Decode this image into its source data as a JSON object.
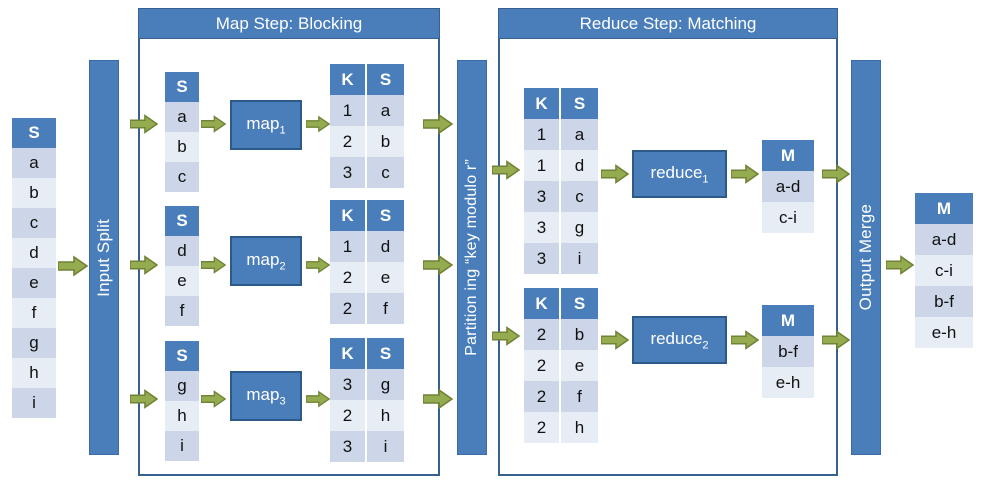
{
  "diagram": {
    "title": "MapReduce blocking and matching dataflow",
    "colors": {
      "header_blue": "#4a7ebb",
      "frame_border": "#36618e",
      "row_odd": "#ccd6e8",
      "row_even": "#e7edf5",
      "arrow_fill": "#94ab4f",
      "arrow_border": "#6f8235"
    }
  },
  "frames": {
    "map_step": {
      "title": "Map Step: Blocking"
    },
    "reduce_step": {
      "title": "Reduce Step: Matching"
    }
  },
  "bars": {
    "input_split": {
      "label": "Input Split"
    },
    "partitioning": {
      "label": "Partition ing “key modulo r”"
    },
    "output_merge": {
      "label": "Output Merge"
    }
  },
  "input_table": {
    "header": [
      "S"
    ],
    "rows": [
      [
        "a"
      ],
      [
        "b"
      ],
      [
        "c"
      ],
      [
        "d"
      ],
      [
        "e"
      ],
      [
        "f"
      ],
      [
        "g"
      ],
      [
        "h"
      ],
      [
        "i"
      ]
    ]
  },
  "map_blocks": [
    {
      "input": {
        "header": [
          "S"
        ],
        "rows": [
          [
            "a"
          ],
          [
            "b"
          ],
          [
            "c"
          ]
        ]
      },
      "process": {
        "name": "map",
        "subscript": "1"
      },
      "output": {
        "header": [
          "K",
          "S"
        ],
        "rows": [
          [
            "1",
            "a"
          ],
          [
            "2",
            "b"
          ],
          [
            "3",
            "c"
          ]
        ]
      }
    },
    {
      "input": {
        "header": [
          "S"
        ],
        "rows": [
          [
            "d"
          ],
          [
            "e"
          ],
          [
            "f"
          ]
        ]
      },
      "process": {
        "name": "map",
        "subscript": "2"
      },
      "output": {
        "header": [
          "K",
          "S"
        ],
        "rows": [
          [
            "1",
            "d"
          ],
          [
            "2",
            "e"
          ],
          [
            "2",
            "f"
          ]
        ]
      }
    },
    {
      "input": {
        "header": [
          "S"
        ],
        "rows": [
          [
            "g"
          ],
          [
            "h"
          ],
          [
            "i"
          ]
        ]
      },
      "process": {
        "name": "map",
        "subscript": "3"
      },
      "output": {
        "header": [
          "K",
          "S"
        ],
        "rows": [
          [
            "3",
            "g"
          ],
          [
            "2",
            "h"
          ],
          [
            "3",
            "i"
          ]
        ]
      }
    }
  ],
  "reduce_blocks": [
    {
      "input": {
        "header": [
          "K",
          "S"
        ],
        "rows": [
          [
            "1",
            "a"
          ],
          [
            "1",
            "d"
          ],
          [
            "3",
            "c"
          ],
          [
            "3",
            "g"
          ],
          [
            "3",
            "i"
          ]
        ]
      },
      "process": {
        "name": "reduce",
        "subscript": "1"
      },
      "output": {
        "header": [
          "M"
        ],
        "rows": [
          [
            "a-d"
          ],
          [
            "c-i"
          ]
        ]
      }
    },
    {
      "input": {
        "header": [
          "K",
          "S"
        ],
        "rows": [
          [
            "2",
            "b"
          ],
          [
            "2",
            "e"
          ],
          [
            "2",
            "f"
          ],
          [
            "2",
            "h"
          ]
        ]
      },
      "process": {
        "name": "reduce",
        "subscript": "2"
      },
      "output": {
        "header": [
          "M"
        ],
        "rows": [
          [
            "b-f"
          ],
          [
            "e-h"
          ]
        ]
      }
    }
  ],
  "output_table": {
    "header": [
      "M"
    ],
    "rows": [
      [
        "a-d"
      ],
      [
        "c-i"
      ],
      [
        "b-f"
      ],
      [
        "e-h"
      ]
    ]
  },
  "arrows": {
    "icon": "right-block-arrow",
    "count": 17
  }
}
